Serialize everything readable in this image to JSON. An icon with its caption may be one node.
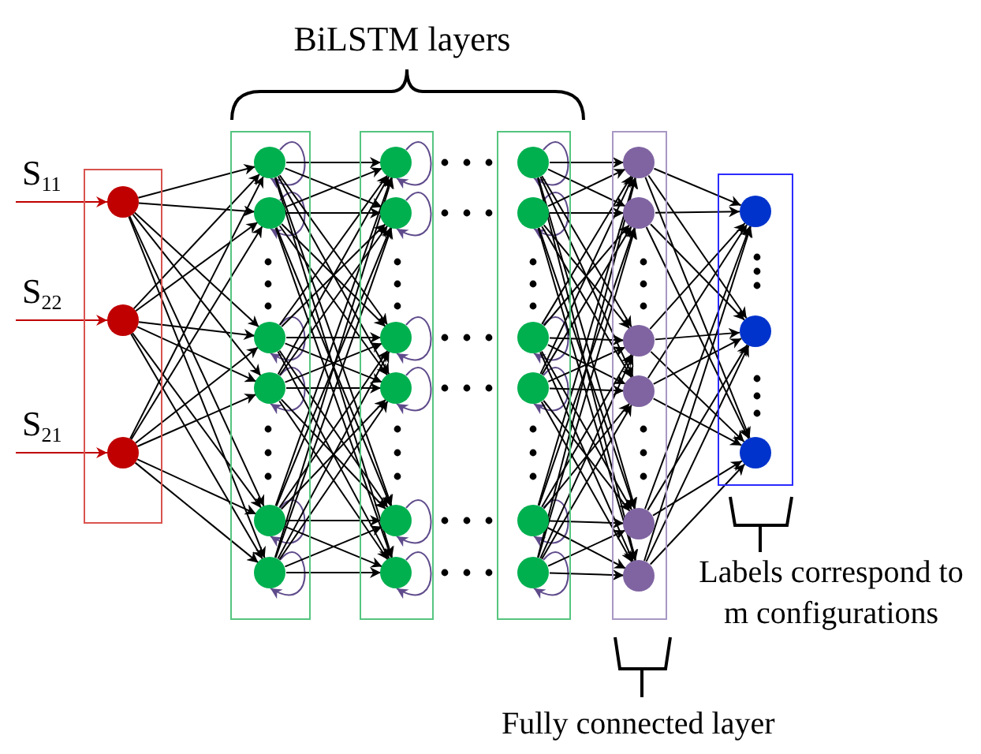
{
  "diagram": {
    "nodes": [
      {
        "text": [],
        "shape": "box"
      },
      {
        "text": [],
        "shape": "circle",
        "in": 0
      },
      {
        "text": [],
        "shape": "circle",
        "in": 0
      },
      {
        "text": [],
        "shape": "circle",
        "in": 0
      },
      {
        "text": [],
        "shape": "box"
      },
      {
        "text": [],
        "shape": "circle",
        "in": 4
      },
      {
        "text": [],
        "shape": "circle",
        "in": 4
      },
      {
        "text": [],
        "shape": "circle",
        "in": 4
      },
      {
        "text": [],
        "shape": "circle",
        "in": 4
      },
      {
        "text": [],
        "shape": "circle",
        "in": 4
      },
      {
        "text": [],
        "shape": "circle",
        "in": 4
      },
      {
        "text": [],
        "shape": "box"
      },
      {
        "text": [],
        "shape": "circle",
        "in": 11
      },
      {
        "text": [],
        "shape": "circle",
        "in": 11
      },
      {
        "text": [],
        "shape": "circle",
        "in": 11
      },
      {
        "text": [],
        "shape": "circle",
        "in": 11
      },
      {
        "text": [],
        "shape": "circle",
        "in": 11
      },
      {
        "text": [],
        "shape": "circle",
        "in": 11
      },
      {
        "text": [],
        "shape": "box"
      },
      {
        "text": [],
        "shape": "circle",
        "in": 18
      },
      {
        "text": [],
        "shape": "circle",
        "in": 18
      },
      {
        "text": [],
        "shape": "circle",
        "in": 18
      },
      {
        "text": [],
        "shape": "circle",
        "in": 18
      },
      {
        "text": [],
        "shape": "circle",
        "in": 18
      },
      {
        "text": [],
        "shape": "circle",
        "in": 18
      },
      {
        "text": [],
        "shape": "box"
      },
      {
        "text": [],
        "shape": "circle",
        "in": 25
      },
      {
        "text": [],
        "shape": "circle",
        "in": 25
      },
      {
        "text": [],
        "shape": "circle",
        "in": 25
      },
      {
        "text": [],
        "shape": "circle",
        "in": 25
      },
      {
        "text": [],
        "shape": "circle",
        "in": 25
      },
      {
        "text": [],
        "shape": "circle",
        "in": 25
      },
      {
        "text": [],
        "shape": "box"
      },
      {
        "text": [],
        "shape": "circle",
        "in": 32
      },
      {
        "text": [],
        "shape": "circle",
        "in": 32
      },
      {
        "text": [],
        "shape": "circle",
        "in": 32
      }
    ],
    "edges": [
      {
        "from": null,
        "to": 1,
        "arrow": "to",
        "label": "S$_{11}$",
        "color": "#c00000"
      },
      {
        "from": null,
        "to": 2,
        "arrow": "to",
        "label": "S$_{22}$",
        "color": "#c00000"
      },
      {
        "from": null,
        "to": 3,
        "arrow": "to",
        "label": "S$_{21}$",
        "color": "#c00000"
      },
      {
        "from": 1,
        "to": 5,
        "arrow": "to"
      },
      {
        "from": 1,
        "to": 6,
        "arrow": "to"
      },
      {
        "from": 1,
        "to": 7,
        "arrow": "to"
      },
      {
        "from": 1,
        "to": 8,
        "arrow": "to"
      },
      {
        "from": 1,
        "to": 9,
        "arrow": "to"
      },
      {
        "from": 1,
        "to": 10,
        "arrow": "to"
      },
      {
        "from": 2,
        "to": 5,
        "arrow": "to"
      },
      {
        "from": 2,
        "to": 6,
        "arrow": "to"
      },
      {
        "from": 2,
        "to": 7,
        "arrow": "to"
      },
      {
        "from": 2,
        "to": 8,
        "arrow": "to"
      },
      {
        "from": 2,
        "to": 9,
        "arrow": "to"
      },
      {
        "from": 2,
        "to": 10,
        "arrow": "to"
      },
      {
        "from": 3,
        "to": 5,
        "arrow": "to"
      },
      {
        "from": 3,
        "to": 6,
        "arrow": "to"
      },
      {
        "from": 3,
        "to": 7,
        "arrow": "to"
      },
      {
        "from": 3,
        "to": 8,
        "arrow": "to"
      },
      {
        "from": 3,
        "to": 9,
        "arrow": "to"
      },
      {
        "from": 3,
        "to": 10,
        "arrow": "to"
      },
      {
        "from": 5,
        "to": 5,
        "arrow": "to",
        "color": "#5f4b8b"
      },
      {
        "from": 6,
        "to": 6,
        "arrow": "to",
        "color": "#5f4b8b"
      },
      {
        "from": 7,
        "to": 7,
        "arrow": "to",
        "color": "#5f4b8b"
      },
      {
        "from": 8,
        "to": 8,
        "arrow": "to",
        "color": "#5f4b8b"
      },
      {
        "from": 9,
        "to": 9,
        "arrow": "to",
        "color": "#5f4b8b"
      },
      {
        "from": 10,
        "to": 10,
        "arrow": "to",
        "color": "#5f4b8b"
      },
      {
        "from": 5,
        "to": 12,
        "arrow": "to"
      },
      {
        "from": 5,
        "to": 13,
        "arrow": "to"
      },
      {
        "from": 5,
        "to": 14,
        "arrow": "to"
      },
      {
        "from": 5,
        "to": 15,
        "arrow": "to"
      },
      {
        "from": 5,
        "to": 16,
        "arrow": "to"
      },
      {
        "from": 5,
        "to": 17,
        "arrow": "to"
      },
      {
        "from": 6,
        "to": 12,
        "arrow": "to"
      },
      {
        "from": 6,
        "to": 13,
        "arrow": "to"
      },
      {
        "from": 6,
        "to": 14,
        "arrow": "to"
      },
      {
        "from": 6,
        "to": 15,
        "arrow": "to"
      },
      {
        "from": 6,
        "to": 16,
        "arrow": "to"
      },
      {
        "from": 6,
        "to": 17,
        "arrow": "to"
      },
      {
        "from": 7,
        "to": 12,
        "arrow": "to"
      },
      {
        "from": 7,
        "to": 13,
        "arrow": "to"
      },
      {
        "from": 7,
        "to": 14,
        "arrow": "to"
      },
      {
        "from": 7,
        "to": 15,
        "arrow": "to"
      },
      {
        "from": 7,
        "to": 16,
        "arrow": "to"
      },
      {
        "from": 7,
        "to": 17,
        "arrow": "to"
      },
      {
        "from": 8,
        "to": 12,
        "arrow": "to"
      },
      {
        "from": 8,
        "to": 13,
        "arrow": "to"
      },
      {
        "from": 8,
        "to": 14,
        "arrow": "to"
      },
      {
        "from": 8,
        "to": 15,
        "arrow": "to"
      },
      {
        "from": 8,
        "to": 16,
        "arrow": "to"
      },
      {
        "from": 8,
        "to": 17,
        "arrow": "to"
      },
      {
        "from": 9,
        "to": 12,
        "arrow": "to"
      },
      {
        "from": 9,
        "to": 13,
        "arrow": "to"
      },
      {
        "from": 9,
        "to": 14,
        "arrow": "to"
      },
      {
        "from": 9,
        "to": 15,
        "arrow": "to"
      },
      {
        "from": 9,
        "to": 16,
        "arrow": "to"
      },
      {
        "from": 9,
        "to": 17,
        "arrow": "to"
      },
      {
        "from": 10,
        "to": 12,
        "arrow": "to"
      },
      {
        "from": 10,
        "to": 13,
        "arrow": "to"
      },
      {
        "from": 10,
        "to": 14,
        "arrow": "to"
      },
      {
        "from": 10,
        "to": 15,
        "arrow": "to"
      },
      {
        "from": 10,
        "to": 16,
        "arrow": "to"
      },
      {
        "from": 10,
        "to": 17,
        "arrow": "to"
      },
      {
        "from": 12,
        "to": 12,
        "arrow": "to",
        "color": "#5f4b8b"
      },
      {
        "from": 13,
        "to": 13,
        "arrow": "to",
        "color": "#5f4b8b"
      },
      {
        "from": 14,
        "to": 14,
        "arrow": "to",
        "color": "#5f4b8b"
      },
      {
        "from": 15,
        "to": 15,
        "arrow": "to",
        "color": "#5f4b8b"
      },
      {
        "from": 16,
        "to": 16,
        "arrow": "to",
        "color": "#5f4b8b"
      },
      {
        "from": 17,
        "to": 17,
        "arrow": "to",
        "color": "#5f4b8b"
      },
      {
        "from": 19,
        "to": 19,
        "arrow": "to",
        "color": "#5f4b8b"
      },
      {
        "from": 20,
        "to": 20,
        "arrow": "to",
        "color": "#5f4b8b"
      },
      {
        "from": 21,
        "to": 21,
        "arrow": "to",
        "color": "#5f4b8b"
      },
      {
        "from": 22,
        "to": 22,
        "arrow": "to",
        "color": "#5f4b8b"
      },
      {
        "from": 23,
        "to": 23,
        "arrow": "to",
        "color": "#5f4b8b"
      },
      {
        "from": 24,
        "to": 24,
        "arrow": "to",
        "color": "#5f4b8b"
      },
      {
        "from": 19,
        "to": 26,
        "arrow": "to"
      },
      {
        "from": 19,
        "to": 27,
        "arrow": "to"
      },
      {
        "from": 19,
        "to": 28,
        "arrow": "to"
      },
      {
        "from": 19,
        "to": 29,
        "arrow": "to"
      },
      {
        "from": 19,
        "to": 30,
        "arrow": "to"
      },
      {
        "from": 19,
        "to": 31,
        "arrow": "to"
      },
      {
        "from": 20,
        "to": 26,
        "arrow": "to"
      },
      {
        "from": 20,
        "to": 27,
        "arrow": "to"
      },
      {
        "from": 20,
        "to": 28,
        "arrow": "to"
      },
      {
        "from": 20,
        "to": 29,
        "arrow": "to"
      },
      {
        "from": 20,
        "to": 30,
        "arrow": "to"
      },
      {
        "from": 20,
        "to": 31,
        "arrow": "to"
      },
      {
        "from": 21,
        "to": 26,
        "arrow": "to"
      },
      {
        "from": 21,
        "to": 27,
        "arrow": "to"
      },
      {
        "from": 21,
        "to": 28,
        "arrow": "to"
      },
      {
        "from": 21,
        "to": 29,
        "arrow": "to"
      },
      {
        "from": 21,
        "to": 30,
        "arrow": "to"
      },
      {
        "from": 21,
        "to": 31,
        "arrow": "to"
      },
      {
        "from": 22,
        "to": 26,
        "arrow": "to"
      },
      {
        "from": 22,
        "to": 27,
        "arrow": "to"
      },
      {
        "from": 22,
        "to": 28,
        "arrow": "to"
      },
      {
        "from": 22,
        "to": 29,
        "arrow": "to"
      },
      {
        "from": 22,
        "to": 30,
        "arrow": "to"
      },
      {
        "from": 22,
        "to": 31,
        "arrow": "to"
      },
      {
        "from": 23,
        "to": 26,
        "arrow": "to"
      },
      {
        "from": 23,
        "to": 27,
        "arrow": "to"
      },
      {
        "from": 23,
        "to": 28,
        "arrow": "to"
      },
      {
        "from": 23,
        "to": 29,
        "arrow": "to"
      },
      {
        "from": 23,
        "to": 30,
        "arrow": "to"
      },
      {
        "from": 23,
        "to": 31,
        "arrow": "to"
      },
      {
        "from": 24,
        "to": 26,
        "arrow": "to"
      },
      {
        "from": 24,
        "to": 27,
        "arrow": "to"
      },
      {
        "from": 24,
        "to": 28,
        "arrow": "to"
      },
      {
        "from": 24,
        "to": 29,
        "arrow": "to"
      },
      {
        "from": 24,
        "to": 30,
        "arrow": "to"
      },
      {
        "from": 24,
        "to": 31,
        "arrow": "to"
      },
      {
        "from": 26,
        "to": 33,
        "arrow": "to"
      },
      {
        "from": 26,
        "to": 34,
        "arrow": "to"
      },
      {
        "from": 26,
        "to": 35,
        "arrow": "to"
      },
      {
        "from": 27,
        "to": 33,
        "arrow": "to"
      },
      {
        "from": 27,
        "to": 34,
        "arrow": "to"
      },
      {
        "from": 27,
        "to": 35,
        "arrow": "to"
      },
      {
        "from": 28,
        "to": 33,
        "arrow": "to"
      },
      {
        "from": 28,
        "to": 34,
        "arrow": "to"
      },
      {
        "from": 28,
        "to": 35,
        "arrow": "to"
      },
      {
        "from": 29,
        "to": 33,
        "arrow": "to"
      },
      {
        "from": 29,
        "to": 34,
        "arrow": "to"
      },
      {
        "from": 29,
        "to": 35,
        "arrow": "to"
      },
      {
        "from": 30,
        "to": 33,
        "arrow": "to"
      },
      {
        "from": 30,
        "to": 34,
        "arrow": "to"
      },
      {
        "from": 30,
        "to": 35,
        "arrow": "to"
      },
      {
        "from": 31,
        "to": 33,
        "arrow": "to"
      },
      {
        "from": 31,
        "to": 34,
        "arrow": "to"
      },
      {
        "from": 31,
        "to": 35,
        "arrow": "to"
      }
    ],
    "labels": [
      "BiLSTM layers",
      "Labels correspond to m configurations",
      "Fully connected layer"
    ]
  }
}
